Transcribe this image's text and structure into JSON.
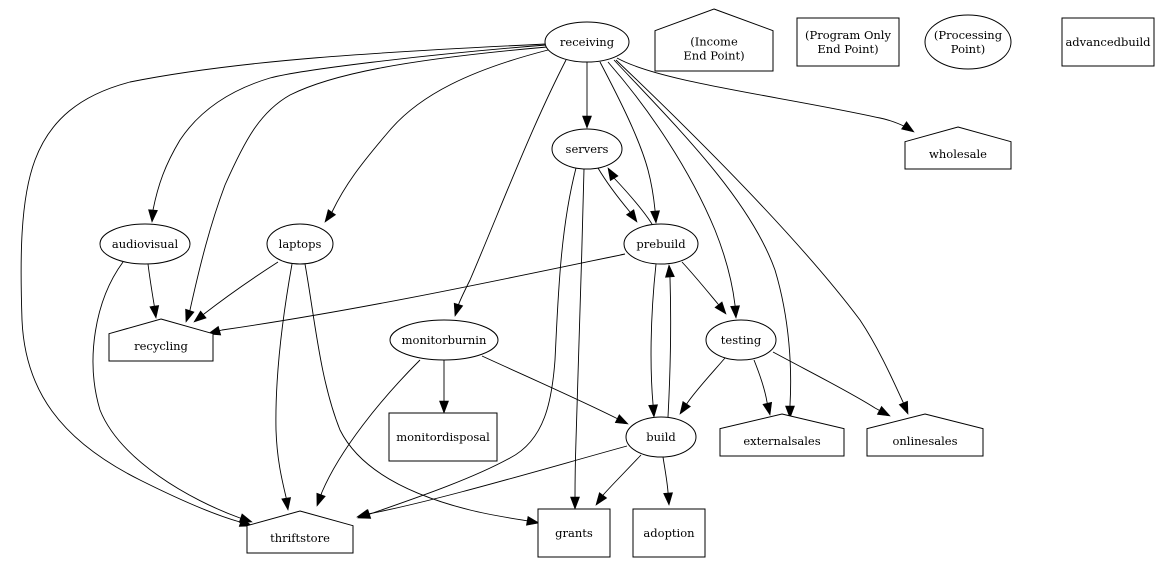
{
  "diagram": {
    "type": "directed-graph",
    "nodes": [
      {
        "id": "receiving",
        "label": [
          "receiving"
        ],
        "shape": "ellipse"
      },
      {
        "id": "legend-income",
        "label": [
          "(Income",
          "End Point)"
        ],
        "shape": "house"
      },
      {
        "id": "legend-program",
        "label": [
          "(Program Only",
          "End Point)"
        ],
        "shape": "box"
      },
      {
        "id": "legend-processing",
        "label": [
          "(Processing",
          "Point)"
        ],
        "shape": "ellipse"
      },
      {
        "id": "advancedbuild",
        "label": [
          "advancedbuild"
        ],
        "shape": "box"
      },
      {
        "id": "servers",
        "label": [
          "servers"
        ],
        "shape": "ellipse"
      },
      {
        "id": "wholesale",
        "label": [
          "wholesale"
        ],
        "shape": "house"
      },
      {
        "id": "audiovisual",
        "label": [
          "audiovisual"
        ],
        "shape": "ellipse"
      },
      {
        "id": "laptops",
        "label": [
          "laptops"
        ],
        "shape": "ellipse"
      },
      {
        "id": "prebuild",
        "label": [
          "prebuild"
        ],
        "shape": "ellipse"
      },
      {
        "id": "recycling",
        "label": [
          "recycling"
        ],
        "shape": "house"
      },
      {
        "id": "monitorburnin",
        "label": [
          "monitorburnin"
        ],
        "shape": "ellipse"
      },
      {
        "id": "testing",
        "label": [
          "testing"
        ],
        "shape": "ellipse"
      },
      {
        "id": "monitordisposal",
        "label": [
          "monitordisposal"
        ],
        "shape": "box"
      },
      {
        "id": "build",
        "label": [
          "build"
        ],
        "shape": "ellipse"
      },
      {
        "id": "externalsales",
        "label": [
          "externalsales"
        ],
        "shape": "house"
      },
      {
        "id": "onlinesales",
        "label": [
          "onlinesales"
        ],
        "shape": "house"
      },
      {
        "id": "thriftstore",
        "label": [
          "thriftstore"
        ],
        "shape": "house"
      },
      {
        "id": "grants",
        "label": [
          "grants"
        ],
        "shape": "box"
      },
      {
        "id": "adoption",
        "label": [
          "adoption"
        ],
        "shape": "box"
      }
    ],
    "edges": [
      {
        "from": "receiving",
        "to": "servers"
      },
      {
        "from": "receiving",
        "to": "wholesale"
      },
      {
        "from": "receiving",
        "to": "audiovisual"
      },
      {
        "from": "receiving",
        "to": "laptops"
      },
      {
        "from": "receiving",
        "to": "recycling"
      },
      {
        "from": "receiving",
        "to": "thriftstore"
      },
      {
        "from": "receiving",
        "to": "monitorburnin"
      },
      {
        "from": "receiving",
        "to": "prebuild"
      },
      {
        "from": "receiving",
        "to": "testing"
      },
      {
        "from": "receiving",
        "to": "externalsales"
      },
      {
        "from": "receiving",
        "to": "onlinesales"
      },
      {
        "from": "servers",
        "to": "prebuild"
      },
      {
        "from": "prebuild",
        "to": "servers"
      },
      {
        "from": "servers",
        "to": "grants"
      },
      {
        "from": "servers",
        "to": "thriftstore"
      },
      {
        "from": "audiovisual",
        "to": "recycling"
      },
      {
        "from": "audiovisual",
        "to": "thriftstore"
      },
      {
        "from": "laptops",
        "to": "recycling"
      },
      {
        "from": "laptops",
        "to": "thriftstore"
      },
      {
        "from": "laptops",
        "to": "grants"
      },
      {
        "from": "prebuild",
        "to": "recycling"
      },
      {
        "from": "prebuild",
        "to": "testing"
      },
      {
        "from": "prebuild",
        "to": "build"
      },
      {
        "from": "build",
        "to": "prebuild"
      },
      {
        "from": "monitorburnin",
        "to": "monitordisposal"
      },
      {
        "from": "monitorburnin",
        "to": "build"
      },
      {
        "from": "monitorburnin",
        "to": "thriftstore"
      },
      {
        "from": "testing",
        "to": "build"
      },
      {
        "from": "testing",
        "to": "externalsales"
      },
      {
        "from": "testing",
        "to": "onlinesales"
      },
      {
        "from": "build",
        "to": "thriftstore"
      },
      {
        "from": "build",
        "to": "grants"
      },
      {
        "from": "build",
        "to": "adoption"
      }
    ]
  }
}
